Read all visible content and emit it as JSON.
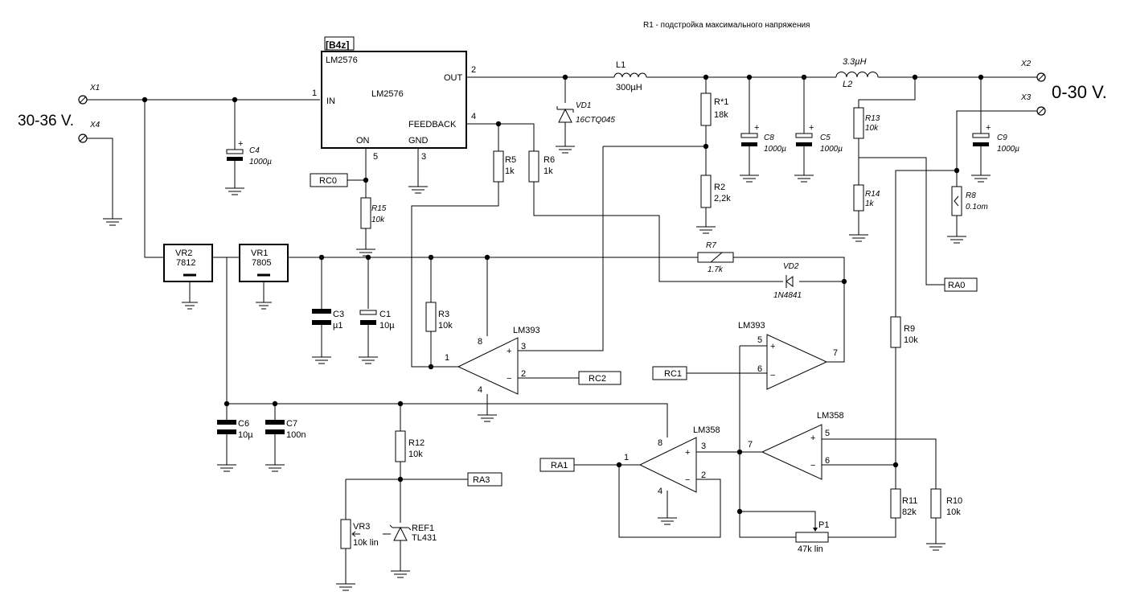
{
  "note": "R1 - подстройка максимального напряжения",
  "input_label": "30-36 V.",
  "output_label": "0-30 V.",
  "terminals": {
    "x1": "X1",
    "x2": "X2",
    "x3": "X3",
    "x4": "X4"
  },
  "ic": {
    "ref": "[B4z]",
    "part": "LM2576",
    "center": "LM2576",
    "pin_in": "IN",
    "pin_out": "OUT",
    "pin_feedback": "FEEDBACK",
    "pin_on": "ON",
    "pin_gnd": "GND",
    "pin1": "1",
    "pin2": "2",
    "pin3": "3",
    "pin4": "4",
    "pin5": "5"
  },
  "components": {
    "c4": {
      "ref": "C4",
      "value": "1000µ"
    },
    "l1": {
      "ref": "L1",
      "value": "300µH"
    },
    "vd1": {
      "ref": "VD1",
      "value": "16CTQ045"
    },
    "r1": {
      "ref": "R*1",
      "value": "18k"
    },
    "r2": {
      "ref": "R2",
      "value": "2,2k"
    },
    "c8": {
      "ref": "C8",
      "value": "1000µ"
    },
    "c5": {
      "ref": "C5",
      "value": "1000µ"
    },
    "l2": {
      "ref": "L2",
      "value": "3.3µH"
    },
    "r13": {
      "ref": "R13",
      "value": "10k"
    },
    "r14": {
      "ref": "R14",
      "value": "1k"
    },
    "c9": {
      "ref": "C9",
      "value": "1000µ"
    },
    "r8": {
      "ref": "R8",
      "value": "0.1om"
    },
    "r5": {
      "ref": "R5",
      "value": "1k"
    },
    "r6": {
      "ref": "R6",
      "value": "1k"
    },
    "r15": {
      "ref": "R15",
      "value": "10k"
    },
    "vr2": {
      "ref": "VR2",
      "value": "7812"
    },
    "vr1": {
      "ref": "VR1",
      "value": "7805"
    },
    "c3": {
      "ref": "C3",
      "value": "µ1"
    },
    "c1": {
      "ref": "C1",
      "value": "10µ"
    },
    "r7": {
      "ref": "R7",
      "value": "1.7k"
    },
    "vd2": {
      "ref": "VD2",
      "value": "1N4841"
    },
    "r3": {
      "ref": "R3",
      "value": "10k"
    },
    "r9": {
      "ref": "R9",
      "value": "10k"
    },
    "c6": {
      "ref": "C6",
      "value": "10µ"
    },
    "c7": {
      "ref": "C7",
      "value": "100n"
    },
    "r12": {
      "ref": "R12",
      "value": "10k"
    },
    "vr3": {
      "ref": "VR3",
      "value": "10k lin"
    },
    "ref1": {
      "ref": "REF1",
      "value": "TL431"
    },
    "r11": {
      "ref": "R11",
      "value": "82k"
    },
    "r10": {
      "ref": "R10",
      "value": "10k"
    },
    "p1": {
      "ref": "P1",
      "value": "47k lin"
    }
  },
  "ports": {
    "rc0": "RC0",
    "rc1": "RC1",
    "rc2": "RC2",
    "ra0": "RA0",
    "ra1": "RA1",
    "ra3": "RA3"
  },
  "opamps": {
    "u1": {
      "part": "LM393",
      "pin_a": "8",
      "pin_b": "3",
      "pin_c": "1",
      "pin_d": "2",
      "pin_e": "4"
    },
    "u2": {
      "part": "LM393",
      "pin_a": "5",
      "pin_b": "6",
      "pin_c": "7"
    },
    "u3": {
      "part": "LM358",
      "pin_a": "8",
      "pin_b": "3",
      "pin_c": "1",
      "pin_d": "2",
      "pin_e": "4"
    },
    "u4": {
      "part": "LM358",
      "pin_a": "5",
      "pin_b": "7",
      "pin_c": "6"
    }
  },
  "signs": {
    "plus": "+",
    "minus": "−"
  }
}
